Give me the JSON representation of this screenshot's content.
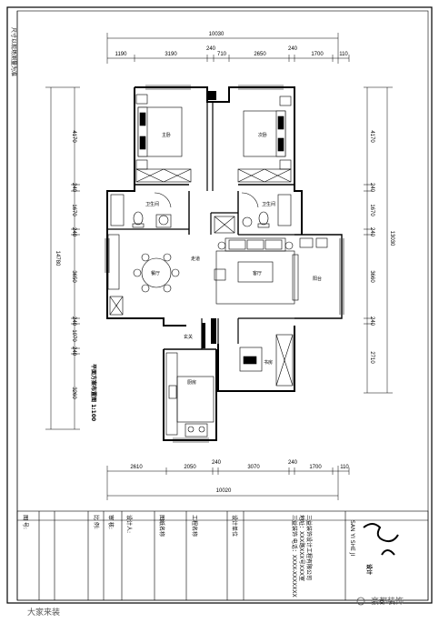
{
  "sheet": {
    "border_note": "尺寸以现场测量为准",
    "plan_title": "平面方案布置图 1:100"
  },
  "dims_top": {
    "overall": "10030",
    "segments": [
      "1190",
      "3190",
      "240",
      "710",
      "2650",
      "240",
      "1700",
      "110"
    ]
  },
  "dims_bottom": {
    "overall": "10020",
    "segments": [
      "2610",
      "2050",
      "240",
      "3070",
      "240",
      "1700",
      "110"
    ]
  },
  "dims_left": {
    "overall": "14780",
    "segments": [
      "4170",
      "240",
      "1670",
      "240",
      "3650",
      "240",
      "1070",
      "240",
      "3260"
    ]
  },
  "dims_right": {
    "overall": "13030",
    "segments": [
      "4170",
      "240",
      "1670",
      "240",
      "3660",
      "240",
      "2710"
    ]
  },
  "rooms": {
    "master_bed": "主卧",
    "second_bed": "次卧",
    "bath_left": "卫生间",
    "bath_right": "卫生间",
    "dining": "餐厅",
    "corridor": "走道",
    "living": "客厅",
    "balcony": "阳台",
    "entry": "玄关",
    "kitchen": "厨房",
    "study": "书房"
  },
  "title_block": {
    "cells": [
      "图 号:",
      "比 例:",
      "审 核:",
      "设计人:",
      "",
      "图纸名称",
      "工程名称",
      "设计单位"
    ],
    "company_lines": [
      "三益装饰  电话：XXXX-XXXXXXX",
      "地址：XXX路XXX号XXX室",
      "三益装饰设计工程有限公司"
    ],
    "logo_text": "设计",
    "logo_sub": "SAN YI SHE JI"
  },
  "watermarks": {
    "left": "大家来装",
    "right": "豪都装饰"
  }
}
